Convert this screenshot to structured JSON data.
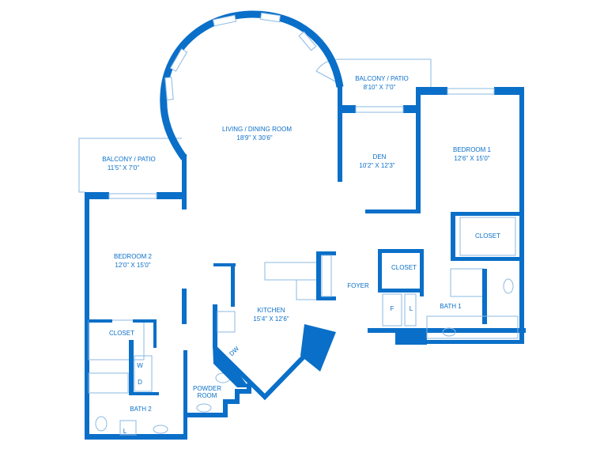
{
  "plan": {
    "accent_color": "#0a6fc8",
    "rooms": {
      "living": {
        "name": "LIVING / DINING ROOM",
        "size": "18'9\" X 30'6\""
      },
      "balcony_left": {
        "name": "BALCONY / PATIO",
        "size": "11'5\" X 7'0\""
      },
      "balcony_right": {
        "name": "BALCONY / PATIO",
        "size": "8'10\" X 7'0\""
      },
      "den": {
        "name": "DEN",
        "size": "10'2\" X 12'3\""
      },
      "bedroom1": {
        "name": "BEDROOM 1",
        "size": "12'6\" X 15'0\""
      },
      "bedroom2": {
        "name": "BEDROOM 2",
        "size": "12'0\" X 15'0\""
      },
      "kitchen": {
        "name": "KITCHEN",
        "size": "15'4\" X 12'6\""
      },
      "foyer": {
        "name": "FOYER"
      },
      "closet_b1": {
        "name": "CLOSET"
      },
      "closet_foyer": {
        "name": "CLOSET"
      },
      "closet_b2": {
        "name": "CLOSET"
      },
      "bath1": {
        "name": "BATH 1"
      },
      "bath2": {
        "name": "BATH 2"
      },
      "powder": {
        "name_line1": "POWDER",
        "name_line2": "ROOM"
      }
    },
    "fixtures": {
      "washer": "W",
      "dryer": "D",
      "dishwasher": "DW",
      "fridge": "F",
      "linen_foyer": "L",
      "linen_bath2": "L"
    }
  }
}
